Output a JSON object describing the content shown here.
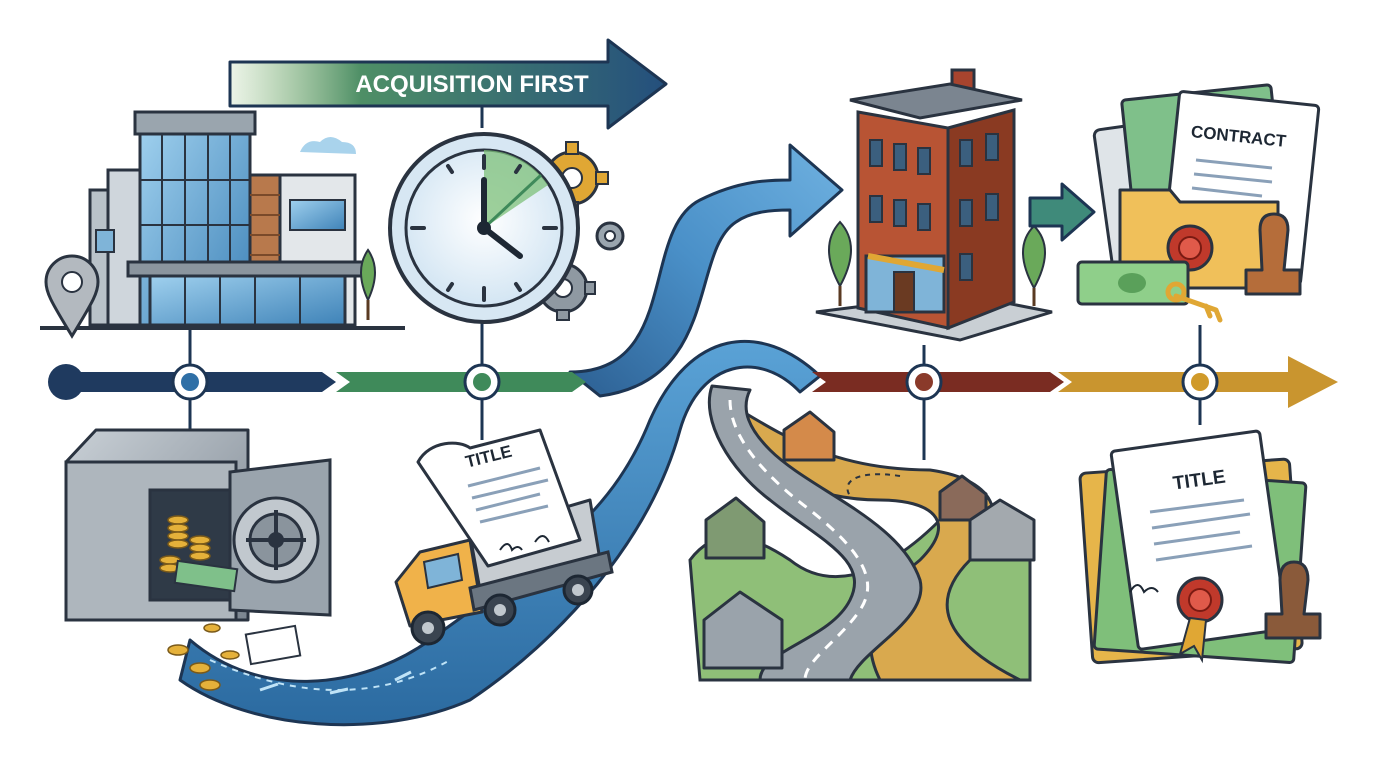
{
  "banner": {
    "label": "ACQUISITION FIRST"
  },
  "documents": {
    "truck_document": "TITLE",
    "contract_document": "CONTRACT",
    "title_document": "TITLE"
  },
  "timeline": {
    "segment_colors": [
      "#1f3a5f",
      "#3f8a5a",
      "#7a2c22",
      "#c9952f"
    ],
    "node_colors": [
      "#2f6fa6",
      "#3f8a5a",
      "#8a3a2a",
      "#d09a2a"
    ]
  },
  "icons": {
    "office_building": "office-building-icon",
    "location_pin": "location-pin-icon",
    "clock": "clock-icon",
    "gear": "gear-icon",
    "brick_building": "brick-building-icon",
    "contract_folder": "contract-folder-icon",
    "vault": "vault-icon",
    "truck": "truck-icon",
    "road": "road-icon",
    "title_stack": "title-stack-icon"
  }
}
